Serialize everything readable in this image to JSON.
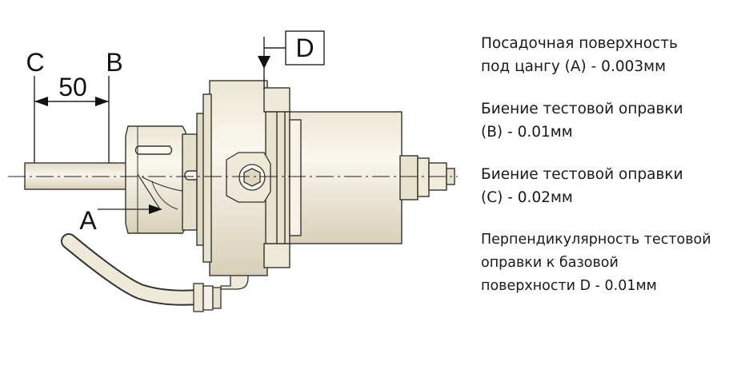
{
  "diagram": {
    "label_c": "C",
    "label_b": "B",
    "dimension": "50",
    "label_a": "A",
    "datum_d": "D"
  },
  "notes": [
    {
      "line1": "Посадочная поверхность",
      "line2": "под цангу (A) - 0.003мм"
    },
    {
      "line1": "Биение тестовой оправки",
      "line2": "(B) - 0.01мм"
    },
    {
      "line1": "Биение тестовой оправки",
      "line2": "(C) - 0.02мм"
    },
    {
      "line1": "Перпендикулярность тестовой",
      "line2": "оправки к  базовой",
      "line3": "поверхности D - 0.01мм"
    }
  ],
  "colors": {
    "body": "#f1ecdc",
    "outline": "#333333",
    "shade": "#d9d2bd"
  }
}
